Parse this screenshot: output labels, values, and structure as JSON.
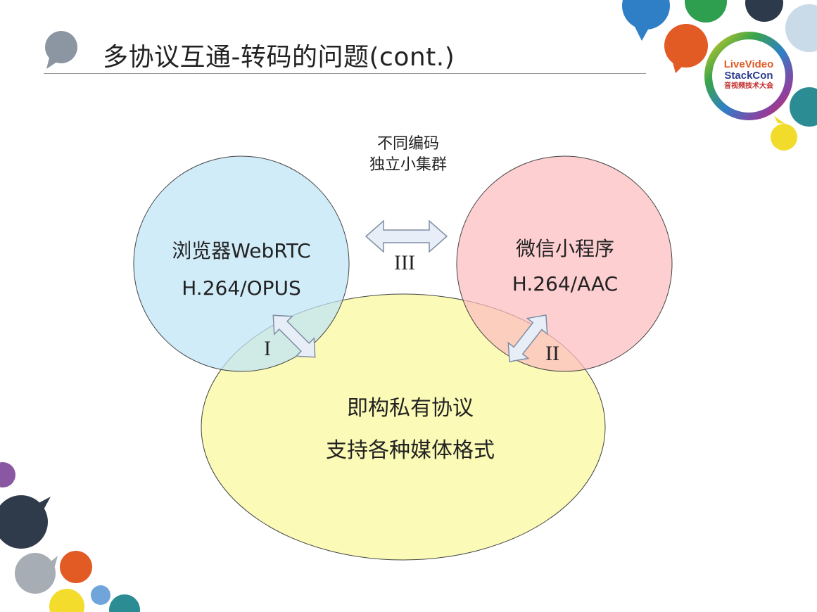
{
  "slide": {
    "title": "多协议互通-转码的问题(cont.)"
  },
  "logo": {
    "line1": "LiveVideo",
    "line2": "StackCon",
    "line3": "音视频技术大会"
  },
  "diagram": {
    "top_note": [
      "不同编码",
      "独立小集群"
    ],
    "browser": {
      "line1": "浏览器WebRTC",
      "line2": "H.264/OPUS",
      "color": "#bfe4f6"
    },
    "wechat": {
      "line1": "微信小程序",
      "line2": "H.264/AAC",
      "color": "#fcbcbf"
    },
    "private": {
      "line1": "即构私有协议",
      "line2": "支持各种媒体格式",
      "color": "#fbfbb7"
    },
    "arrows": {
      "left": "I",
      "right": "II",
      "top": "III"
    }
  }
}
